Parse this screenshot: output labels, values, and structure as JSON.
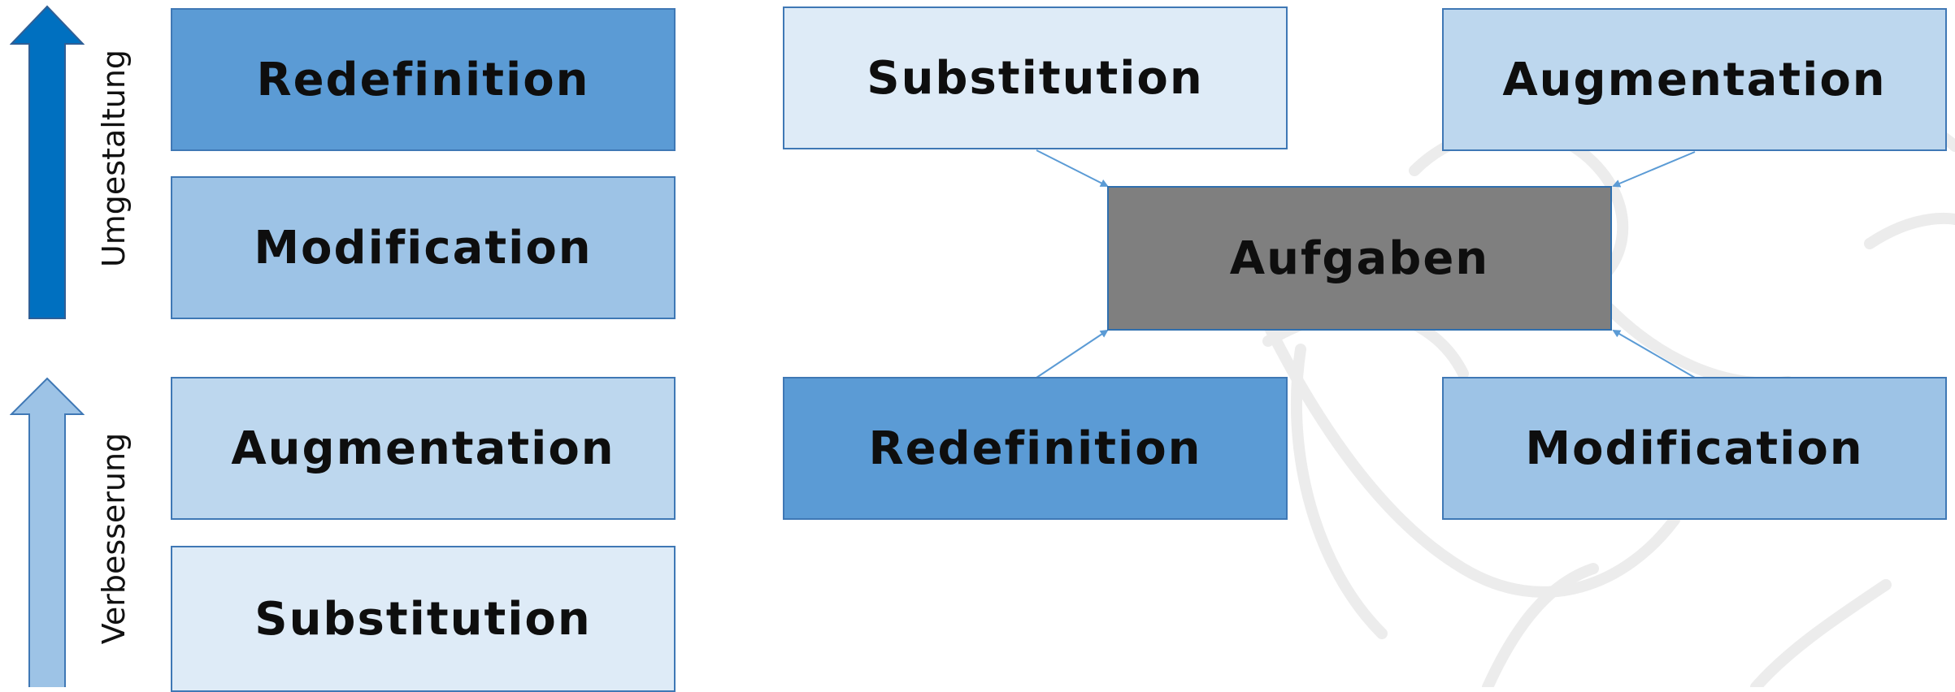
{
  "colors": {
    "redefinition": "#5b9bd5",
    "modification": "#9dc3e6",
    "augmentation": "#bdd7ee",
    "substitution": "#deebf7",
    "center": "#7f7f7f",
    "arrow_dark": "#0070c0",
    "arrow_light": "#9dc3e6",
    "border": "#3f78b5"
  },
  "left_stack": {
    "upper_arrow_label": "Umgestaltung",
    "lower_arrow_label": "Verbesserung",
    "boxes": [
      "Redefinition",
      "Modification",
      "Augmentation",
      "Substitution"
    ]
  },
  "right_diagram": {
    "center": "Aufgaben",
    "top_left": "Substitution",
    "top_right": "Augmentation",
    "bottom_left": "Redefinition",
    "bottom_right": "Modification"
  }
}
